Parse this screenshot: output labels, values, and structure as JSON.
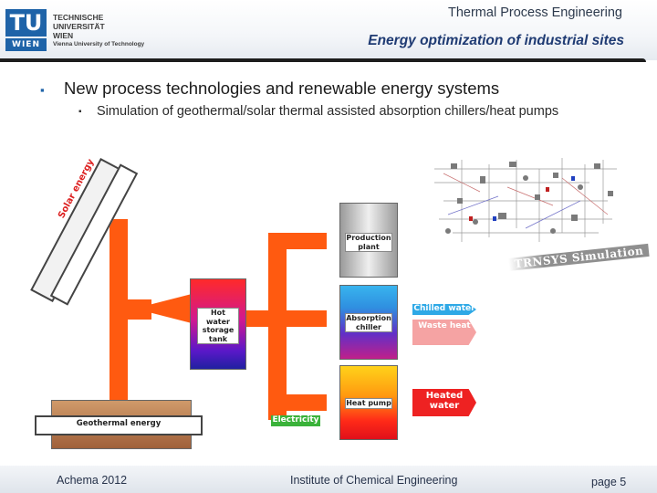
{
  "logo": {
    "letters_top": "TU",
    "letters_bottom": "WIEN",
    "line1": "TECHNISCHE",
    "line2": "UNIVERSITÄT",
    "line3": "WIEN",
    "line4": "Vienna University of Technology",
    "color": "#1e63a8"
  },
  "header": {
    "title": "Thermal Process Engineering",
    "subtitle": "Energy optimization of industrial sites"
  },
  "bullets": [
    {
      "text": "New process technologies and renewable energy systems",
      "marker": "▪"
    },
    {
      "text": "Simulation of geothermal/solar thermal assisted absorption chillers/heat pumps",
      "marker": "▪"
    }
  ],
  "diagram": {
    "solar_label": "Solar energy",
    "production_plant": "Production plant",
    "hot_water_storage": "Hot water storage tank",
    "absorption_chiller": "Absorption chiller",
    "heat_pump": "Heat pump",
    "geothermal": "Geothermal energy",
    "chilled_water": "Chilled water",
    "waste_heat": "Waste heat",
    "heated_water": "Heated water",
    "electricity": "Electricity",
    "trnsys_label": "TRNSYS Simulation",
    "colors": {
      "pipe": "#ff5a10",
      "chilled": "#2fa9e6",
      "waste": "#f5a3a3",
      "heated": "#ee2222",
      "electricity": "#3ab23a"
    }
  },
  "footer": {
    "left": "Achema 2012",
    "center": "Institute of Chemical Engineering",
    "right": "page 5"
  }
}
